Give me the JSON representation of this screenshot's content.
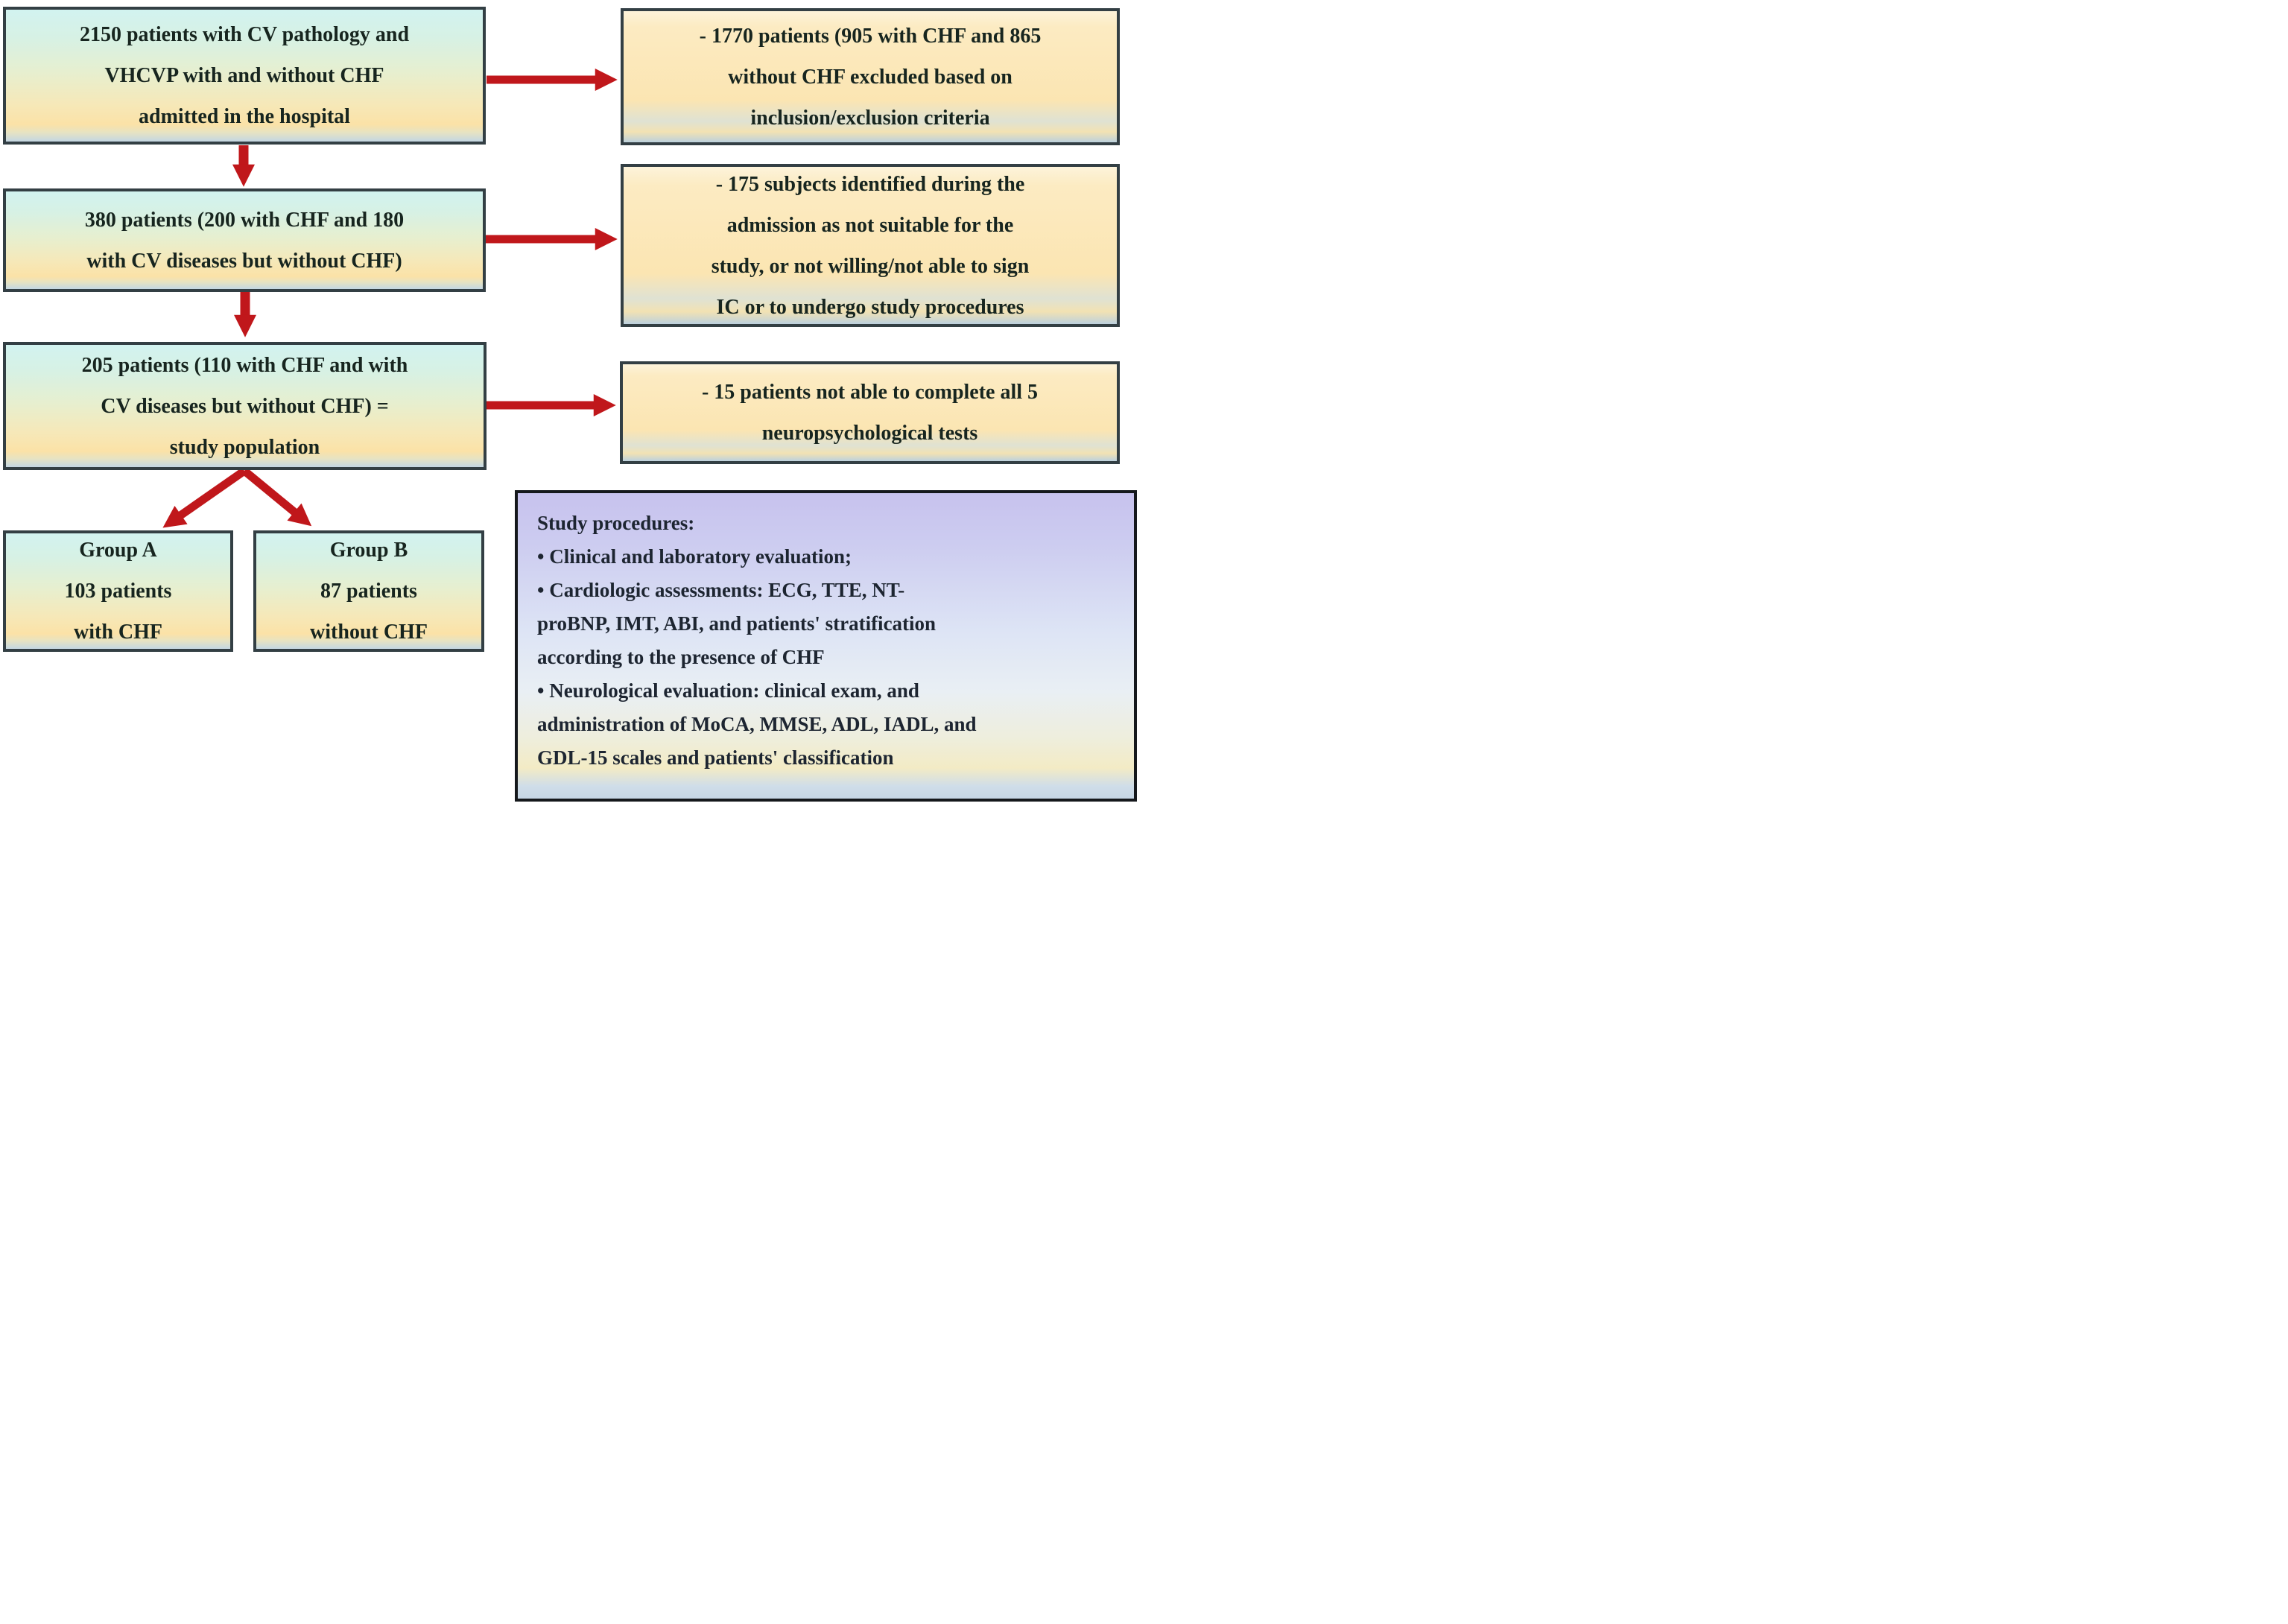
{
  "diagram": {
    "title": "Study flow diagram",
    "colors": {
      "arrow": "#c0171b",
      "box_border": "#333f44",
      "study_box_border": "#15181c",
      "text": "#17251f",
      "left_box_top_fill": "#d2f3f0",
      "left_box_bottom_fill": "#fbe2a7",
      "right_box_fill": "#fbe5b2",
      "study_box_top_fill": "#c7c2ee"
    },
    "boxes": {
      "initial": {
        "lines": [
          "2150 patients with CV pathology and",
          "VHCVP with and without CHF",
          "admitted in the hospital"
        ]
      },
      "excluded1": {
        "lines": [
          "- 1770 patients (905 with CHF and 865",
          "without CHF excluded based on",
          "inclusion/exclusion criteria"
        ]
      },
      "enrolled": {
        "lines": [
          "380 patients (200 with CHF and 180",
          "with CV diseases but without CHF)"
        ]
      },
      "excluded2": {
        "lines": [
          "- 175 subjects identified during the",
          "admission as not suitable for the",
          "study, or not willing/not able to sign",
          "IC or to undergo study procedures"
        ]
      },
      "study_population": {
        "lines": [
          "205 patients (110 with CHF and  with",
          "CV diseases but without CHF) =",
          "study population"
        ]
      },
      "excluded3": {
        "lines": [
          "- 15 patients not able to complete all 5",
          "neuropsychological tests"
        ]
      },
      "group_a": {
        "lines": [
          "Group A",
          "103 patients",
          "with CHF"
        ]
      },
      "group_b": {
        "lines": [
          "Group B",
          "87 patients",
          "without CHF"
        ]
      },
      "study_procedures": {
        "lines": [
          "Study procedures:",
          "• Clinical and laboratory evaluation;",
          "• Cardiologic assessments: ECG, TTE, NT-",
          "proBNP, IMT, ABI, and patients' stratification",
          "according to the presence of CHF",
          "• Neurological evaluation: clinical exam, and",
          "administration of MoCA, MMSE, ADL, IADL, and",
          "GDL-15 scales and patients' classification"
        ]
      }
    },
    "edges": [
      {
        "from": "initial",
        "to": "excluded1"
      },
      {
        "from": "initial",
        "to": "enrolled"
      },
      {
        "from": "enrolled",
        "to": "excluded2"
      },
      {
        "from": "enrolled",
        "to": "study_population"
      },
      {
        "from": "study_population",
        "to": "excluded3"
      },
      {
        "from": "study_population",
        "to": "group_a"
      },
      {
        "from": "study_population",
        "to": "group_b"
      }
    ]
  }
}
